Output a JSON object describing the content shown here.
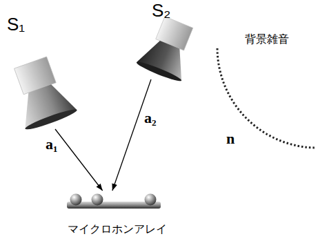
{
  "diagram": {
    "nodes": [
      {
        "text": [
          "S₁"
        ]
      },
      {
        "text": [
          "S₂"
        ]
      },
      {
        "text": [
          "マイクロホンアレイ"
        ]
      }
    ],
    "edges": [
      {
        "from": 0,
        "to": 2,
        "arrow": "to",
        "label": "a₁"
      },
      {
        "from": 1,
        "to": 2,
        "arrow": "to",
        "label": "a₂"
      }
    ],
    "labels": [
      "背景雑音",
      "n"
    ]
  }
}
